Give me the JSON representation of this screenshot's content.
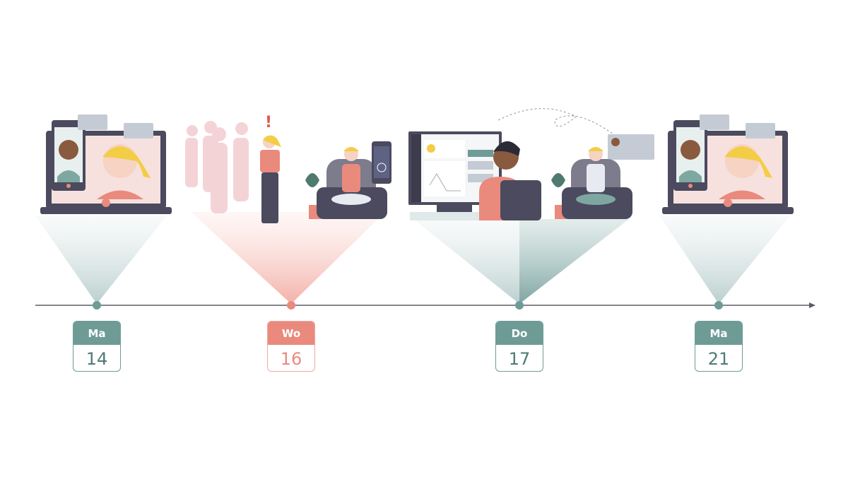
{
  "colors": {
    "teal": "#6f9b97",
    "salmon": "#e98a7d",
    "dark": "#4b4a5e",
    "line": "#5b5b66"
  },
  "timeline": {
    "events": [
      {
        "day": "Ma",
        "date": "14",
        "color": "teal",
        "scene": "video-call"
      },
      {
        "day": "Wo",
        "date": "16",
        "color": "salmon",
        "scene": "social-stress-and-mood-app"
      },
      {
        "day": "Do",
        "date": "17",
        "color": "teal",
        "scene": "clinician-dashboard-and-chat"
      },
      {
        "day": "Ma",
        "date": "21",
        "color": "teal",
        "scene": "video-call"
      }
    ]
  }
}
